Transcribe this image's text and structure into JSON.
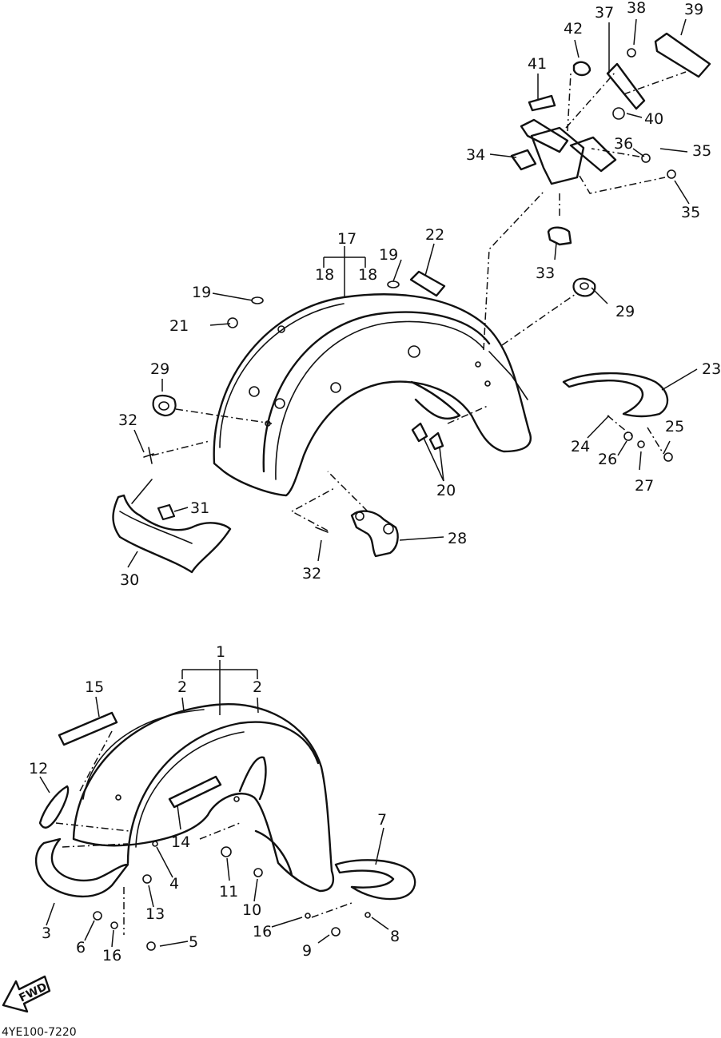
{
  "diagram_code": "4YE100-7220",
  "fwd_label": "FWD",
  "callouts": [
    {
      "id": "c1",
      "label": "1"
    },
    {
      "id": "c2a",
      "label": "2"
    },
    {
      "id": "c2b",
      "label": "2"
    },
    {
      "id": "c3",
      "label": "3"
    },
    {
      "id": "c4",
      "label": "4"
    },
    {
      "id": "c5",
      "label": "5"
    },
    {
      "id": "c6",
      "label": "6"
    },
    {
      "id": "c7",
      "label": "7"
    },
    {
      "id": "c8",
      "label": "8"
    },
    {
      "id": "c9",
      "label": "9"
    },
    {
      "id": "c10",
      "label": "10"
    },
    {
      "id": "c11",
      "label": "11"
    },
    {
      "id": "c12",
      "label": "12"
    },
    {
      "id": "c13",
      "label": "13"
    },
    {
      "id": "c14",
      "label": "14"
    },
    {
      "id": "c15",
      "label": "15"
    },
    {
      "id": "c16a",
      "label": "16"
    },
    {
      "id": "c16b",
      "label": "16"
    },
    {
      "id": "c17",
      "label": "17"
    },
    {
      "id": "c18a",
      "label": "18"
    },
    {
      "id": "c18b",
      "label": "18"
    },
    {
      "id": "c19a",
      "label": "19"
    },
    {
      "id": "c19b",
      "label": "19"
    },
    {
      "id": "c20",
      "label": "20"
    },
    {
      "id": "c21",
      "label": "21"
    },
    {
      "id": "c22",
      "label": "22"
    },
    {
      "id": "c23",
      "label": "23"
    },
    {
      "id": "c24",
      "label": "24"
    },
    {
      "id": "c25",
      "label": "25"
    },
    {
      "id": "c26",
      "label": "26"
    },
    {
      "id": "c27",
      "label": "27"
    },
    {
      "id": "c28",
      "label": "28"
    },
    {
      "id": "c29a",
      "label": "29"
    },
    {
      "id": "c29b",
      "label": "29"
    },
    {
      "id": "c30",
      "label": "30"
    },
    {
      "id": "c31",
      "label": "31"
    },
    {
      "id": "c32a",
      "label": "32"
    },
    {
      "id": "c32b",
      "label": "32"
    },
    {
      "id": "c33",
      "label": "33"
    },
    {
      "id": "c34",
      "label": "34"
    },
    {
      "id": "c35a",
      "label": "35"
    },
    {
      "id": "c35b",
      "label": "35"
    },
    {
      "id": "c36",
      "label": "36"
    },
    {
      "id": "c37",
      "label": "37"
    },
    {
      "id": "c38",
      "label": "38"
    },
    {
      "id": "c39",
      "label": "39"
    },
    {
      "id": "c40",
      "label": "40"
    },
    {
      "id": "c41",
      "label": "41"
    },
    {
      "id": "c42",
      "label": "42"
    }
  ]
}
